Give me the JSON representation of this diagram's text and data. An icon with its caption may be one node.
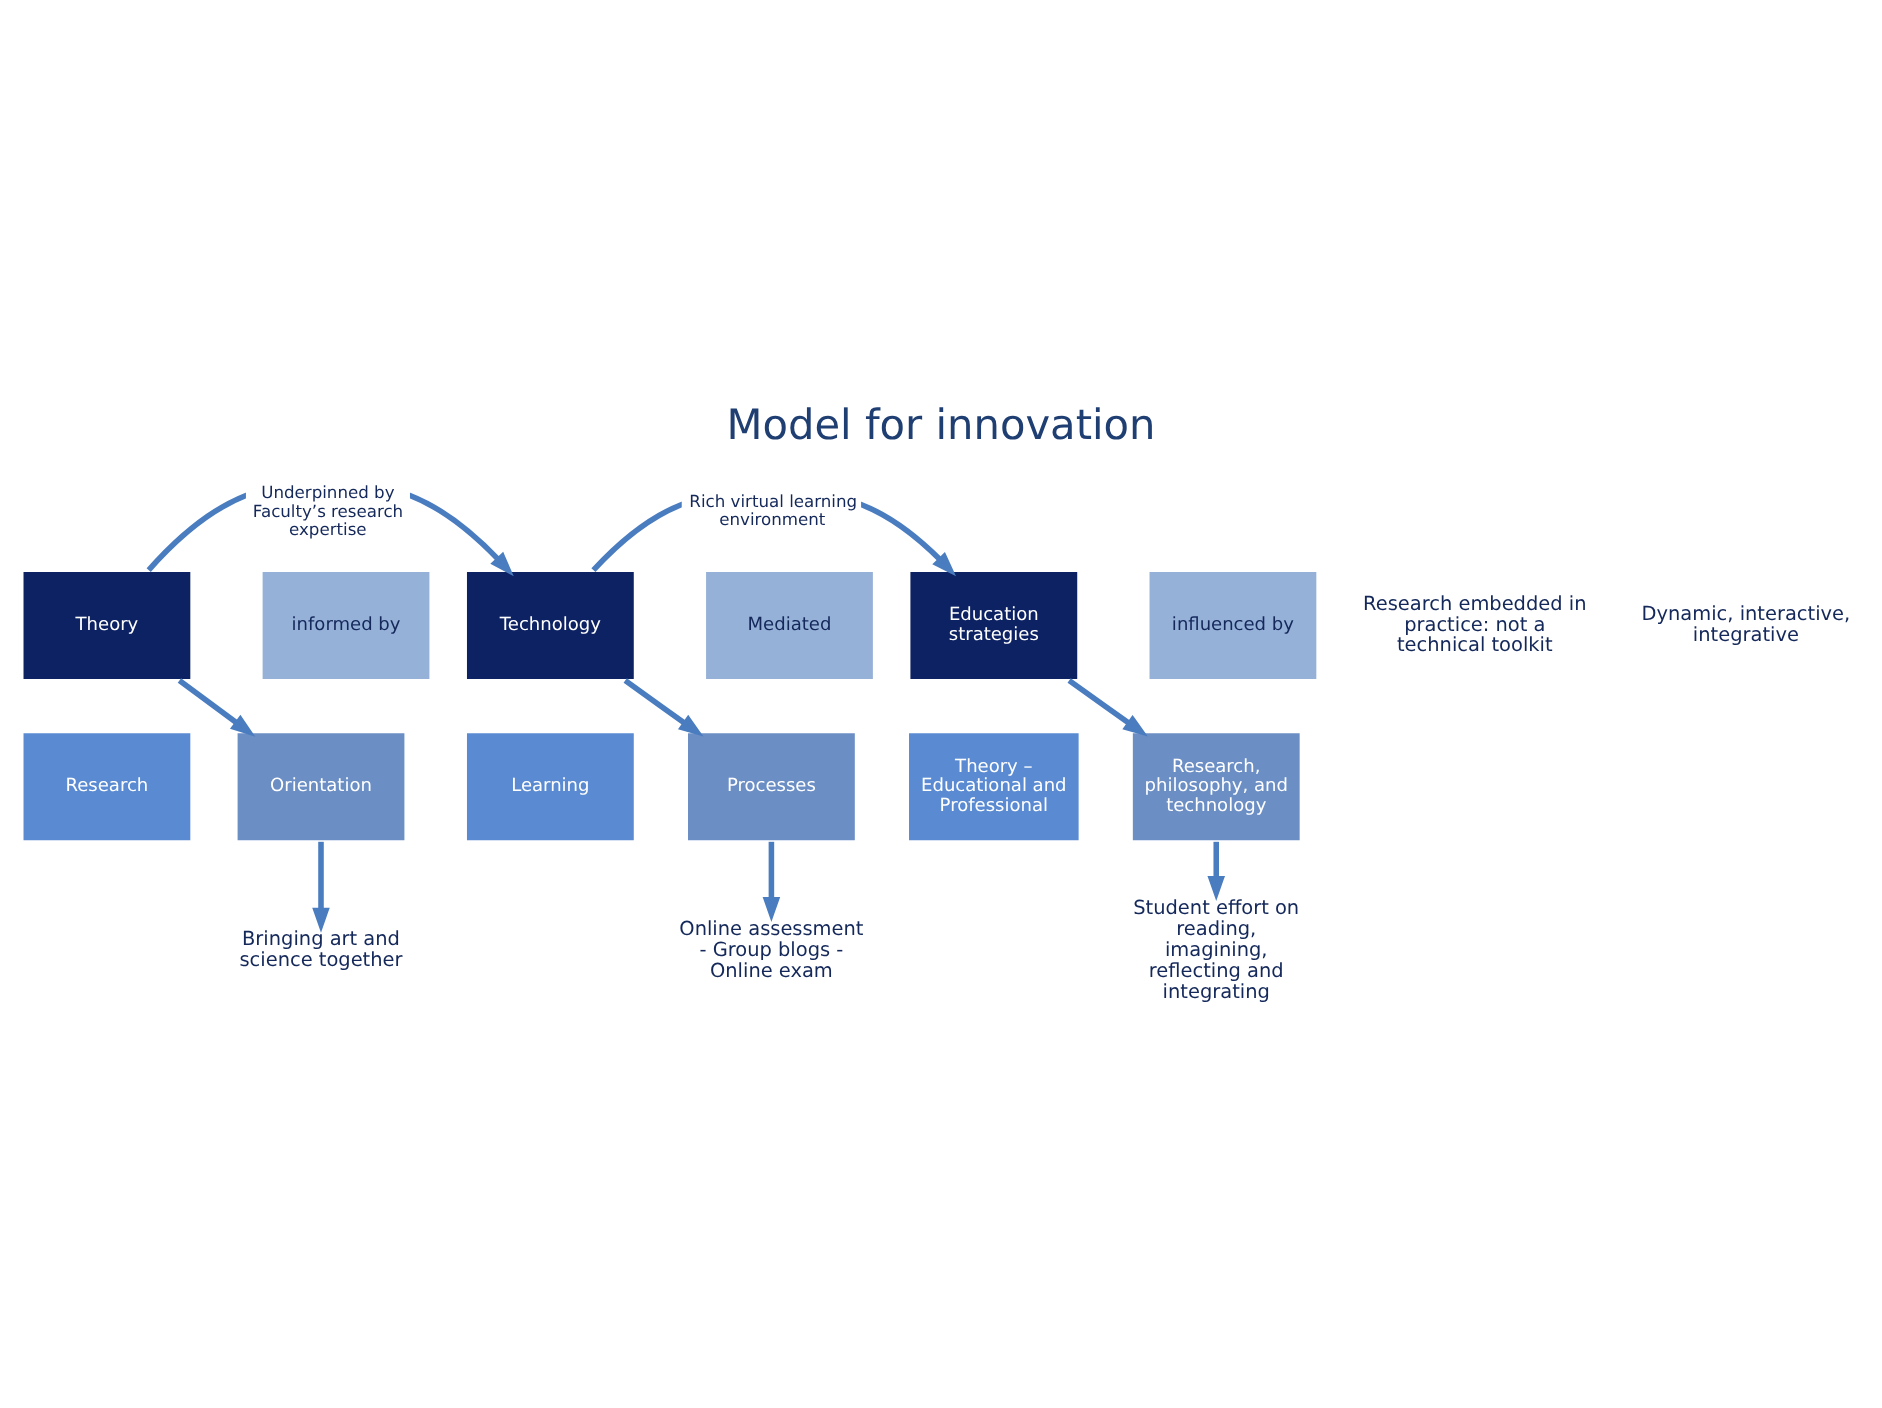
{
  "diagram": {
    "title": "Model for innovation",
    "nodes": [
      {
        "text": [
          "Theory"
        ]
      },
      {
        "text": [
          "informed by"
        ]
      },
      {
        "text": [
          "Research"
        ]
      },
      {
        "text": [
          "Orientation"
        ]
      },
      {
        "text": [
          "Technology"
        ]
      },
      {
        "text": [
          "Mediated"
        ]
      },
      {
        "text": [
          "Learning"
        ]
      },
      {
        "text": [
          "Processes"
        ]
      },
      {
        "text": [
          "Education strategies"
        ]
      },
      {
        "text": [
          "influenced by"
        ]
      },
      {
        "text": [
          "Theory – Educational and Professional"
        ]
      },
      {
        "text": [
          "Research, philosophy, and technology"
        ]
      },
      {
        "text": [
          "Bringing art and science together"
        ]
      },
      {
        "text": [
          "Online assessment - Group blogs - Online exam"
        ]
      },
      {
        "text": [
          "Student effort on reading, imagining, reflecting and integrating"
        ]
      }
    ],
    "edges": [
      {
        "from": 0,
        "to": 3,
        "arrow": "to"
      },
      {
        "from": 4,
        "to": 7,
        "arrow": "to"
      },
      {
        "from": 8,
        "to": 11,
        "arrow": "to"
      },
      {
        "from": 0,
        "to": 4,
        "arrow": "to",
        "label": "Underpinned by Faculty’s research expertise"
      },
      {
        "from": 4,
        "to": 8,
        "arrow": "to",
        "label": "Rich virtual learning environment"
      },
      {
        "from": 3,
        "to": 12,
        "arrow": "to"
      },
      {
        "from": 7,
        "to": 13,
        "arrow": "to"
      },
      {
        "from": 11,
        "to": 14,
        "arrow": "to"
      }
    ],
    "labels": [
      "Research embedded in practice: not a technical toolkit",
      "Dynamic, interactive, integrative"
    ]
  }
}
